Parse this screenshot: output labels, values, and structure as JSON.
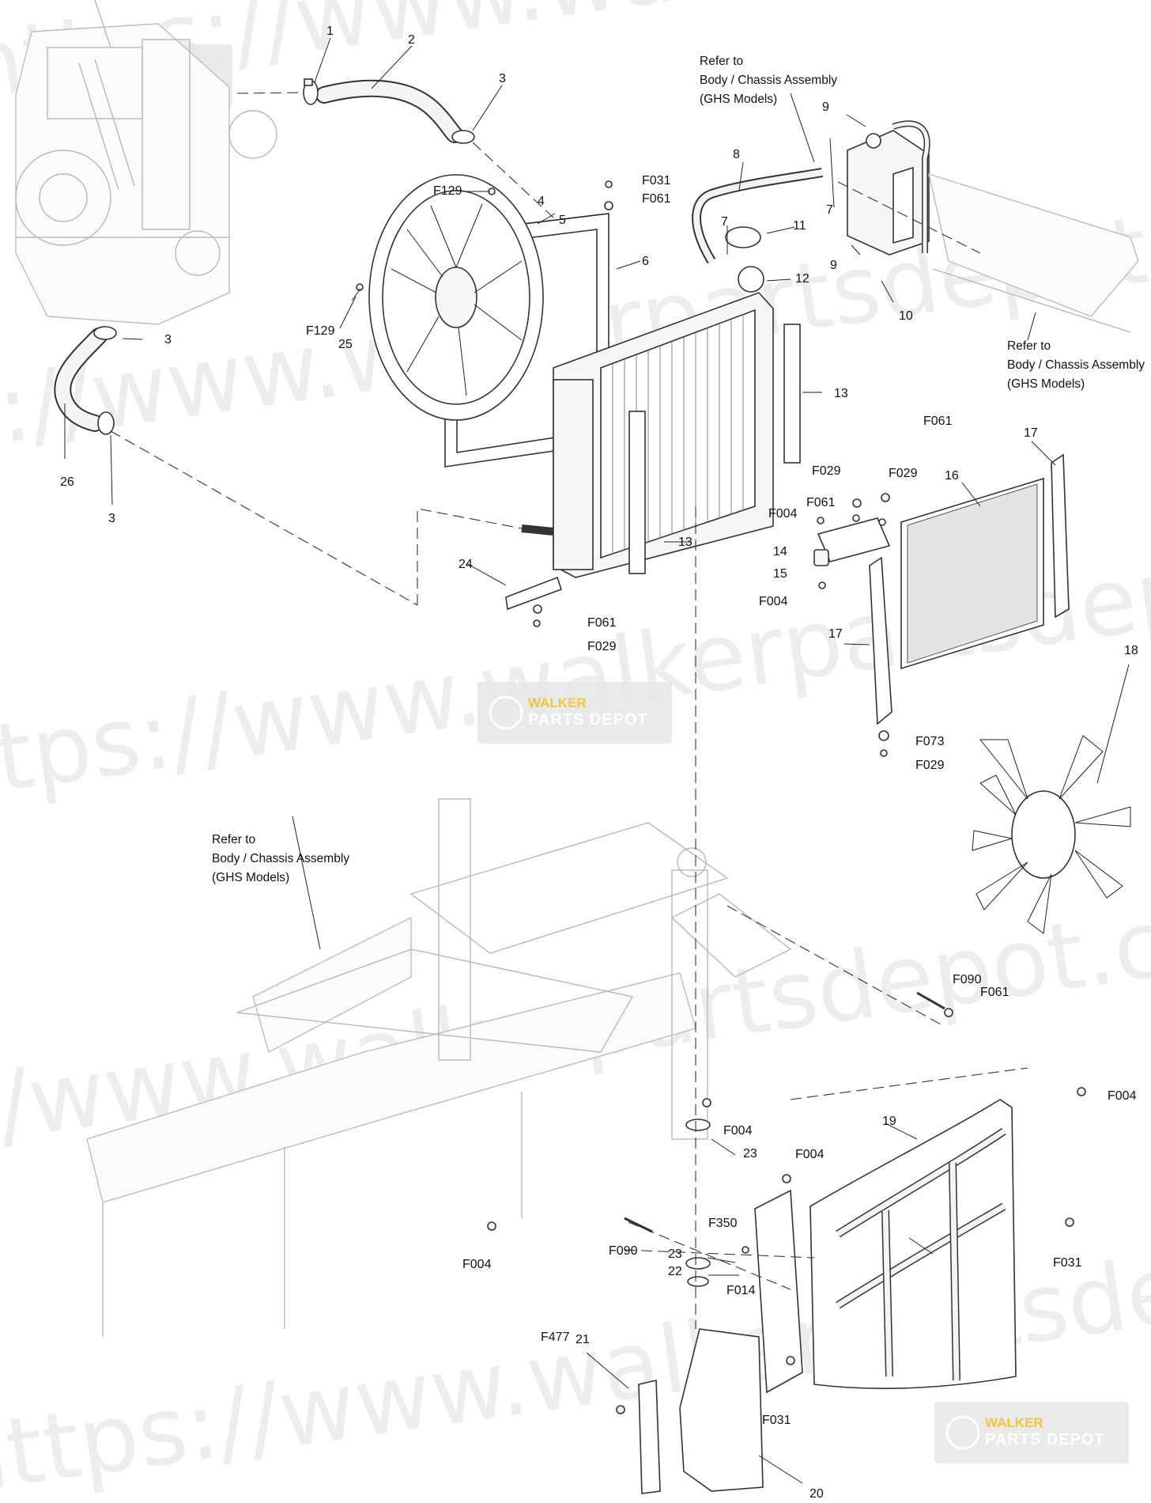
{
  "watermark": {
    "url_text": "https://www.walkerpartsdepot.com",
    "logo_line1": "WALKER",
    "logo_line2": "PARTS DEPOT"
  },
  "references": {
    "top_right_upper": [
      "Refer to",
      "Body / Chassis Assembly",
      "(GHS Models)"
    ],
    "top_right_lower": [
      "Refer to",
      "Body / Chassis Assembly",
      "(GHS Models)"
    ],
    "frame": [
      "Refer to",
      "Body / Chassis Assembly",
      "(GHS Models)"
    ]
  },
  "callouts": {
    "c1": "1",
    "c2": "2",
    "c3a": "3",
    "c3b": "3",
    "c3c": "3",
    "c4": "4",
    "c5": "5",
    "c6": "6",
    "c7a": "7",
    "c7b": "7",
    "c8": "8",
    "c9a": "9",
    "c9b": "9",
    "c10": "10",
    "c11": "11",
    "c12": "12",
    "c13a": "13",
    "c13b": "13",
    "c14": "14",
    "c15": "15",
    "c16": "16",
    "c17a": "17",
    "c17b": "17",
    "c18": "18",
    "c19": "19",
    "c20": "20",
    "c21": "21",
    "c22": "22",
    "c23a": "23",
    "c23b": "23",
    "c24": "24",
    "c25": "25",
    "c26": "26",
    "f129a": "F129",
    "f129b": "F129",
    "f031a": "F031",
    "f061a": "F061",
    "f061b": "F061",
    "f029b": "F029",
    "f029c": "F029",
    "f029d": "F029",
    "f061c": "F061",
    "f061d": "F061",
    "f004a": "F004",
    "f004b": "F004",
    "f073": "F073",
    "f029e": "F029",
    "f090a": "F090",
    "f061e": "F061",
    "f004c": "F004",
    "f004d": "F004",
    "f004e": "F004",
    "f004f": "F004",
    "f350": "F350",
    "f090b": "F090",
    "f014": "F014",
    "f031b": "F031",
    "f031c": "F031",
    "f477": "F477"
  }
}
